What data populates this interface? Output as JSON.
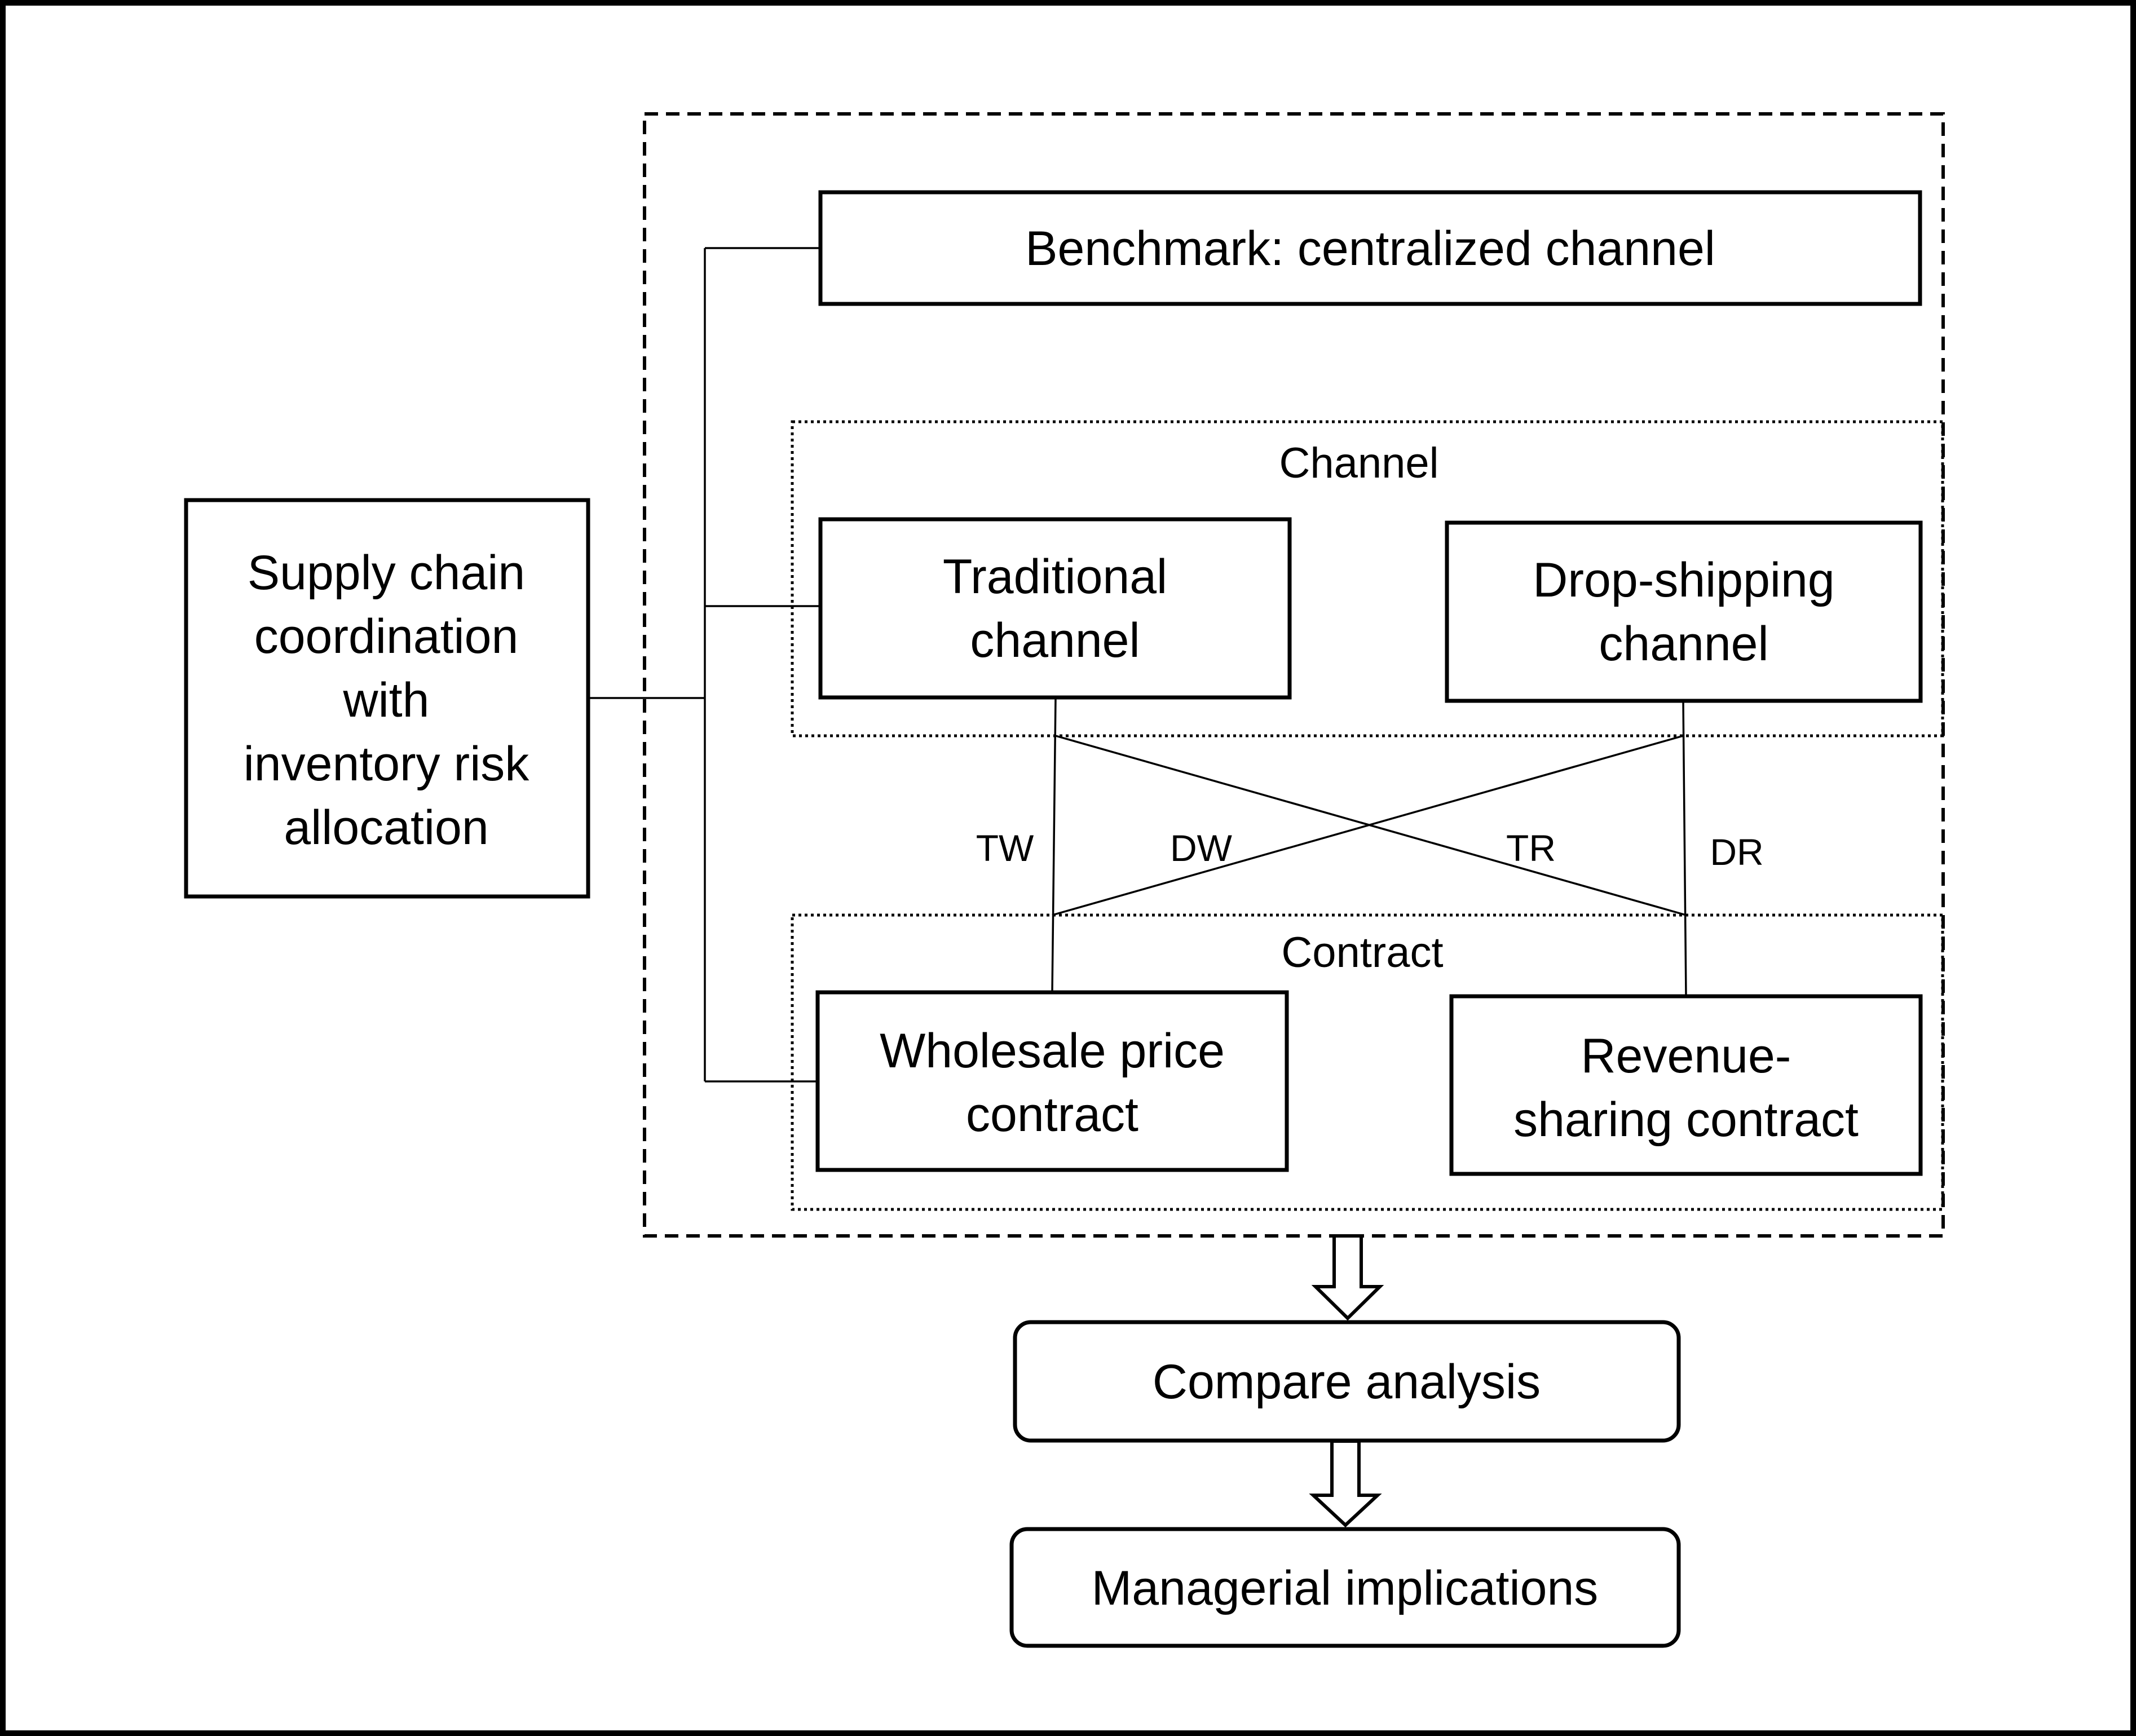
{
  "nodes": {
    "supply_chain": {
      "lines": [
        "Supply chain",
        "coordination",
        "with",
        "inventory risk",
        "allocation"
      ]
    },
    "benchmark": "Benchmark: centralized channel",
    "traditional": {
      "lines": [
        "Traditional",
        "channel"
      ]
    },
    "dropshipping": {
      "lines": [
        "Drop-shipping",
        "channel"
      ]
    },
    "wholesale": {
      "lines": [
        "Wholesale price",
        "contract"
      ]
    },
    "revenue": {
      "lines": [
        "Revenue-",
        "sharing contract"
      ]
    },
    "compare": "Compare analysis",
    "implications": "Managerial implications"
  },
  "groups": {
    "channel": "Channel",
    "contract": "Contract"
  },
  "edges": {
    "tw": "TW",
    "dw": "DW",
    "tr": "TR",
    "dr": "DR"
  }
}
